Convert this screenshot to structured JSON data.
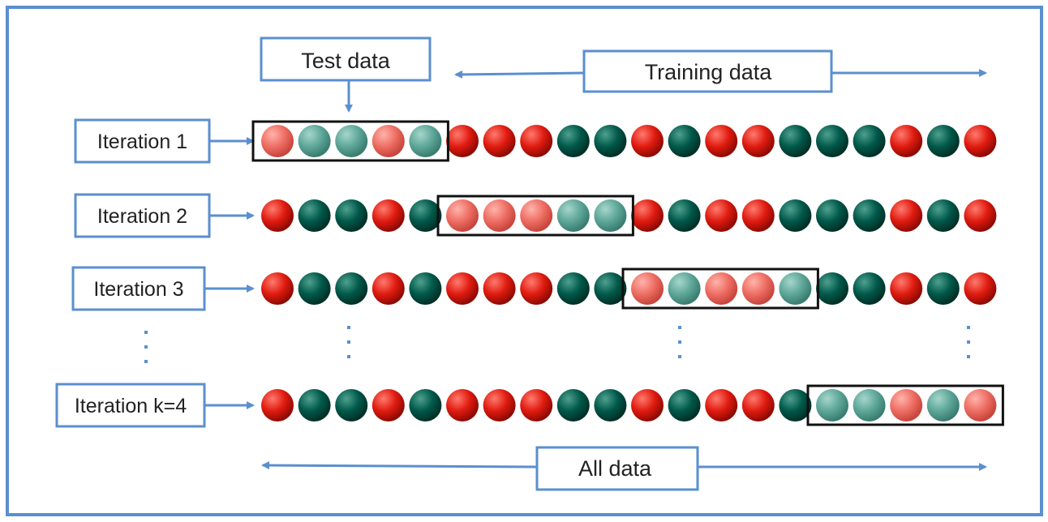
{
  "labels": {
    "test_data": "Test data",
    "training_data": "Training data",
    "all_data": "All data"
  },
  "iterations": [
    {
      "label": "Iteration 1",
      "sequence": [
        "r",
        "g",
        "g",
        "r",
        "g",
        "r",
        "r",
        "r",
        "g",
        "g",
        "r",
        "g",
        "r",
        "r",
        "g",
        "g",
        "g",
        "r",
        "g",
        "r"
      ],
      "test_start": 0
    },
    {
      "label": "Iteration 2",
      "sequence": [
        "r",
        "g",
        "g",
        "r",
        "g",
        "r",
        "r",
        "r",
        "g",
        "g",
        "r",
        "g",
        "r",
        "r",
        "g",
        "g",
        "g",
        "r",
        "g",
        "r"
      ],
      "test_start": 5
    },
    {
      "label": "Iteration 3",
      "sequence": [
        "r",
        "g",
        "g",
        "r",
        "g",
        "r",
        "r",
        "r",
        "g",
        "g",
        "r",
        "g",
        "r",
        "r",
        "g",
        "g",
        "g",
        "r",
        "g",
        "r"
      ],
      "test_start": 10
    },
    {
      "label": "Iteration k=4",
      "sequence": [
        "r",
        "g",
        "g",
        "r",
        "g",
        "r",
        "r",
        "r",
        "g",
        "g",
        "r",
        "g",
        "r",
        "r",
        "g",
        "g",
        "g",
        "r",
        "g",
        "r"
      ],
      "test_start": 15
    }
  ],
  "test_fold_size": 5,
  "colors": {
    "frame_border": "#5b8fcf",
    "label_border": "#5b8fcf",
    "arrow": "#5b8fcf",
    "red": "#e01b10",
    "green": "#00594a",
    "test_red": "#ee6e64",
    "test_green": "#5ea799",
    "test_box": "#111111",
    "ellipsis_dots": "#5b8fcf"
  }
}
